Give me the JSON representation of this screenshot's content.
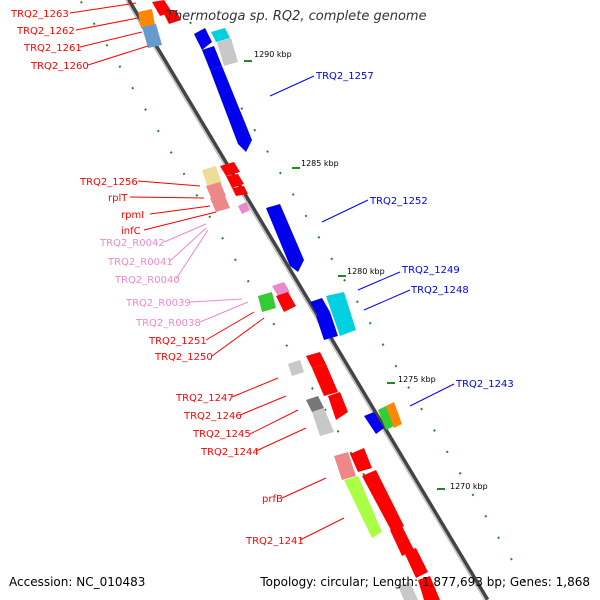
{
  "header": {
    "title": "Thermotoga sp. RQ2, complete genome"
  },
  "footer": {
    "accession": "Accession: NC_010483",
    "summary": "Topology: circular; Length: 1,877,693 bp; Genes: 1,868"
  },
  "colors": {
    "red": "#ff0000",
    "blue": "#0000ee",
    "pink": "#ee88cc",
    "cyan": "#00d0e0",
    "green": "#33cc33",
    "lime": "#aaff44",
    "orange": "#ff8800",
    "gray": "#c8c8c8",
    "darkgray": "#777777",
    "steelblue": "#6699cc",
    "salmon": "#ee8888",
    "tan": "#eedd99",
    "tick": "#228822"
  },
  "ruler": {
    "ticks": [
      "1290 kbp",
      "1285 kbp",
      "1280 kbp",
      "1275 kbp",
      "1270 kbp"
    ]
  },
  "labels": [
    {
      "text": "TRQ2_1263",
      "group": "red"
    },
    {
      "text": "TRQ2_1262",
      "group": "red"
    },
    {
      "text": "TRQ2_1261",
      "group": "red"
    },
    {
      "text": "TRQ2_1260",
      "group": "red"
    },
    {
      "text": "TRQ2_1257",
      "group": "blue"
    },
    {
      "text": "TRQ2_1256",
      "group": "red"
    },
    {
      "text": "rplT",
      "group": "red"
    },
    {
      "text": "rpmI",
      "group": "red"
    },
    {
      "text": "infC",
      "group": "red"
    },
    {
      "text": "TRQ2_R0042",
      "group": "pink"
    },
    {
      "text": "TRQ2_R0041",
      "group": "pink"
    },
    {
      "text": "TRQ2_R0040",
      "group": "pink"
    },
    {
      "text": "TRQ2_1252",
      "group": "blue"
    },
    {
      "text": "TRQ2_1249",
      "group": "blue"
    },
    {
      "text": "TRQ2_1248",
      "group": "blue"
    },
    {
      "text": "TRQ2_R0039",
      "group": "pink"
    },
    {
      "text": "TRQ2_R0038",
      "group": "pink"
    },
    {
      "text": "TRQ2_1251",
      "group": "red"
    },
    {
      "text": "TRQ2_1250",
      "group": "red"
    },
    {
      "text": "TRQ2_1243",
      "group": "blue"
    },
    {
      "text": "TRQ2_1247",
      "group": "red"
    },
    {
      "text": "TRQ2_1246",
      "group": "red"
    },
    {
      "text": "TRQ2_1245",
      "group": "red"
    },
    {
      "text": "TRQ2_1244",
      "group": "red"
    },
    {
      "text": "prfB",
      "group": "red"
    },
    {
      "text": "TRQ2_1241",
      "group": "red"
    }
  ]
}
